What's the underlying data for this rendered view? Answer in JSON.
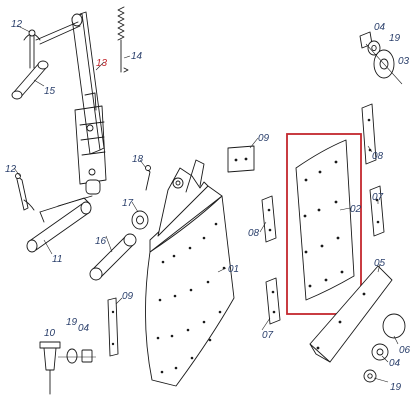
{
  "callouts": {
    "c12a": "12",
    "c13": "13",
    "c14": "14",
    "c15": "15",
    "c12b": "12",
    "c11": "11",
    "c18": "18",
    "c17": "17",
    "c16": "16",
    "c09a": "09",
    "c09b": "09",
    "c10": "10",
    "c19a": "19",
    "c04a": "04",
    "c01": "01",
    "c08a": "08",
    "c07a": "07",
    "c02": "02",
    "c08b": "08",
    "c07b": "07",
    "c05": "05",
    "c06": "06",
    "c04b": "04",
    "c19b": "19",
    "c04c": "04",
    "c19c": "19",
    "c03": "03"
  },
  "colors": {
    "highlight_box": "#c3272e",
    "highlighted_callout": "#c2282e",
    "callout_text": "#2a3f6b",
    "line_art": "#1a1a1a"
  }
}
